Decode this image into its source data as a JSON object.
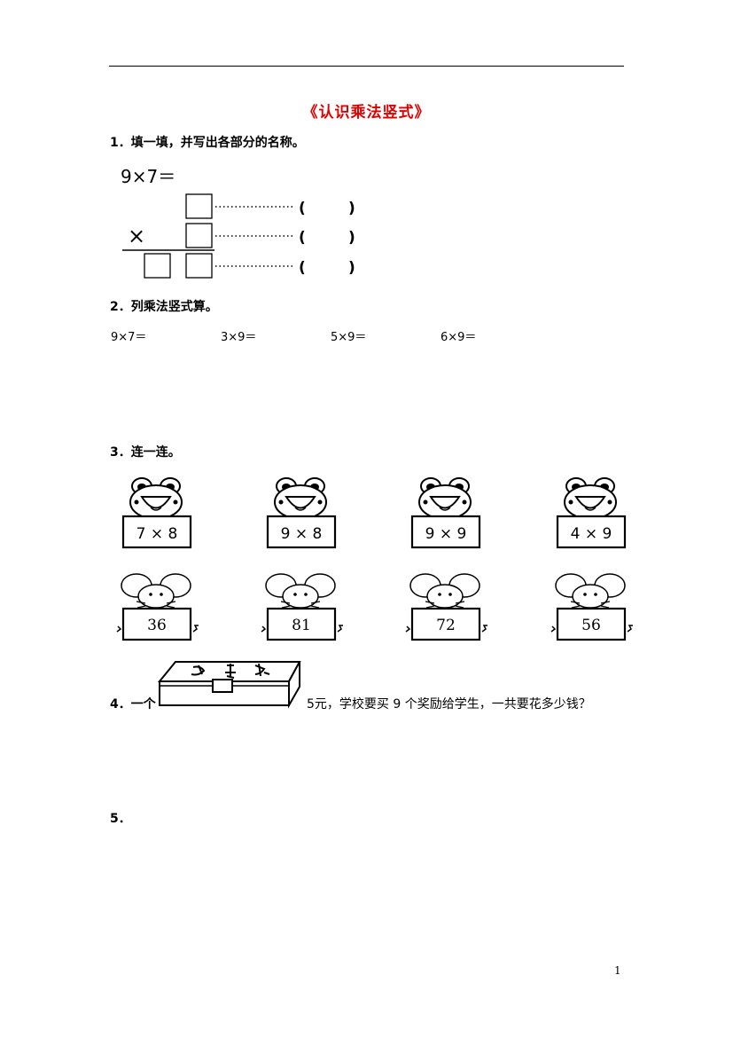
{
  "title": "《认识乘法竖式》",
  "questions": {
    "q1": {
      "label": "1．填一填，并写出各部分的名称。",
      "expression": "9×7＝",
      "times_sign": "×",
      "paren_open": "(",
      "paren_close": ")"
    },
    "q2": {
      "label": "2．列乘法竖式算。",
      "expressions": [
        "9×7＝",
        "3×9＝",
        "5×9＝",
        "6×9＝"
      ]
    },
    "q3": {
      "label": "3．连一连。",
      "frog_cards": [
        "7 × 8",
        "9 × 8",
        "9 × 9",
        "4 × 9"
      ],
      "mouse_cards": [
        "36",
        "81",
        "72",
        "56"
      ]
    },
    "q4": {
      "prefix": "4．一个",
      "suffix": "5元，学校要买 9 个奖励给学生，一共要花多少钱？",
      "image_icon": "pencil-box-icon"
    },
    "q5": {
      "label": "5．"
    }
  },
  "page_number": "1"
}
